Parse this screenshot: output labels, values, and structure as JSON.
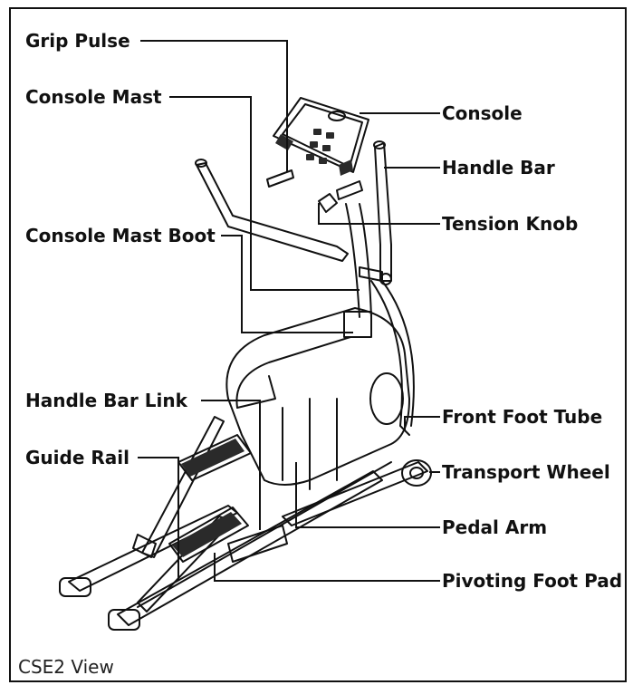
{
  "labels": {
    "grip_pulse": "Grip Pulse",
    "console_mast": "Console Mast",
    "console_mast_boot": "Console Mast Boot",
    "handle_bar_link": "Handle Bar Link",
    "guide_rail": "Guide Rail",
    "console": "Console",
    "handle_bar": "Handle Bar",
    "tension_knob": "Tension Knob",
    "front_foot_tube": "Front Foot Tube",
    "transport_wheel": "Transport Wheel",
    "pedal_arm": "Pedal Arm",
    "pivoting_foot_pad": "Pivoting Foot Pad"
  },
  "caption": "CSE2 View",
  "colors": {
    "line": "#111111",
    "background": "#ffffff",
    "shade": "#2a2a2a"
  }
}
